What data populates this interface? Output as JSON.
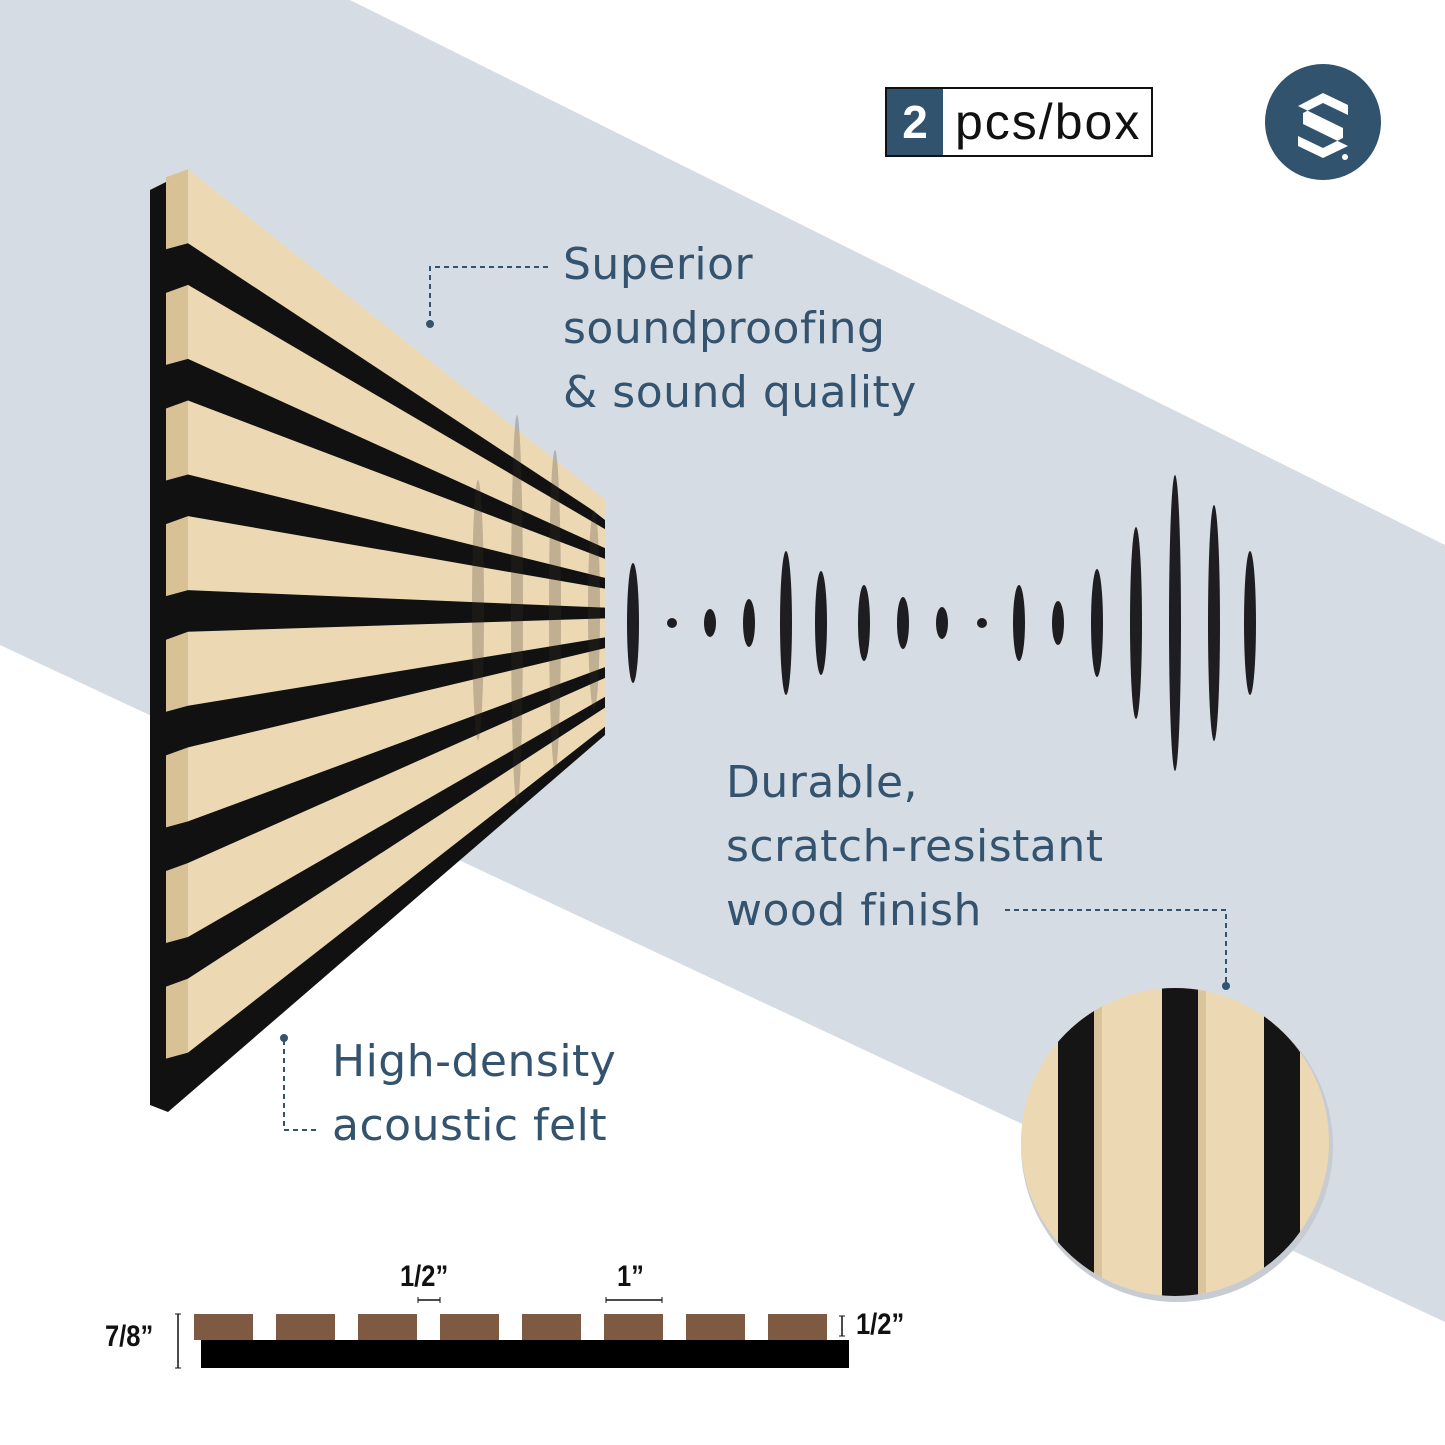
{
  "package": {
    "count": "2",
    "unit_label": "pcs/box"
  },
  "brand": {
    "logo_letter": "S",
    "logo_color": "#32536e"
  },
  "features": {
    "soundproofing": [
      "Superior",
      "soundproofing",
      "& sound quality"
    ],
    "finish": [
      "Durable,",
      "scratch-resistant",
      "wood finish"
    ],
    "felt": [
      "High-density",
      "acoustic felt"
    ]
  },
  "dimensions": {
    "total_thickness": "7/8”",
    "slat_gap": "1/2”",
    "slat_width": "1”",
    "slat_thickness": "1/2”"
  },
  "colors": {
    "text": "#34536f",
    "band": "#d6dce3",
    "wood": "#ecd9b4",
    "felt": "#111111",
    "slat_profile": "#7f5a43"
  }
}
